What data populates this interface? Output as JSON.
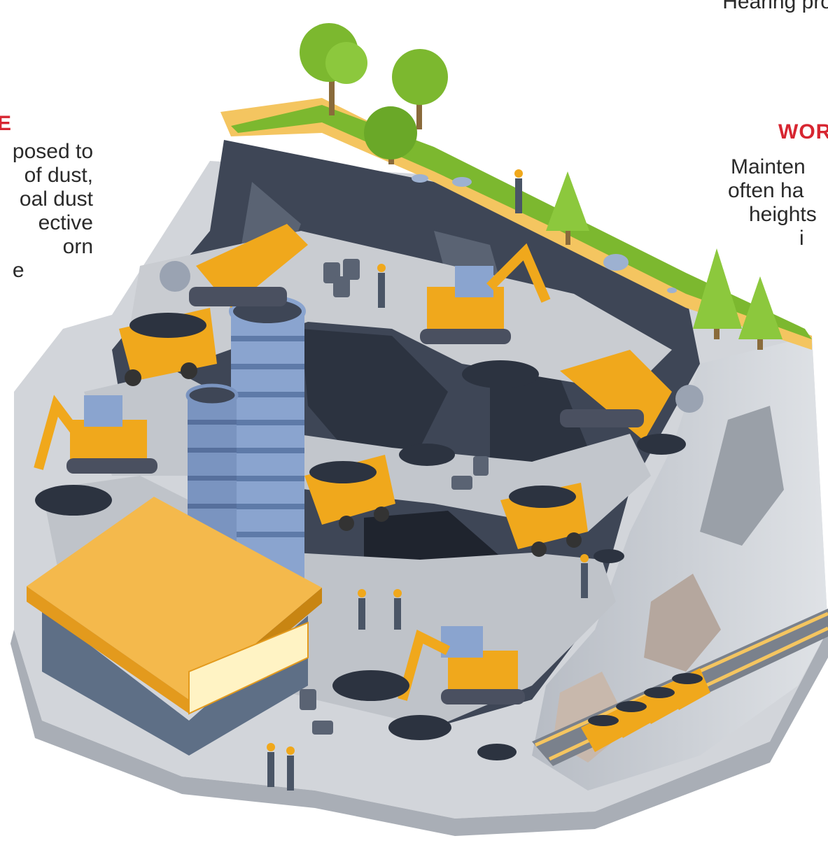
{
  "callouts": {
    "top_right_fragment": "Hearing pro",
    "left_heading_fragment": "E",
    "left_body": [
      "posed to",
      "of dust,",
      "oal dust",
      "ective",
      "orn",
      "e"
    ],
    "right_heading_fragment": "WOR",
    "right_body": [
      "Mainten",
      "often ha",
      "heights",
      "i"
    ]
  },
  "colors": {
    "accent_red": "#d72631",
    "machine_yellow": "#f0a81c",
    "grass_green": "#7cb82f",
    "rock_dark": "#3e4656",
    "rock_light": "#c8ccd2"
  }
}
